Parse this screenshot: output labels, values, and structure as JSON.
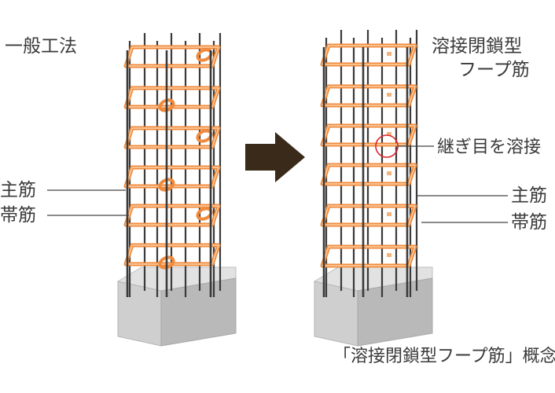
{
  "labels": {
    "title_left": "一般工法",
    "title_right_line1": "溶接閉鎖型",
    "title_right_line2": "フープ筋",
    "weld_note": "継ぎ目を溶接",
    "main_bar_left": "主筋",
    "hoop_bar_left": "帯筋",
    "main_bar_right": "主筋",
    "hoop_bar_right": "帯筋",
    "caption": "「溶接閉鎖型フープ筋」概念図"
  },
  "colors": {
    "hoop": "#f08a3c",
    "hoop_highlight": "#fbd2a8",
    "rebar": "#3a3a3a",
    "arrow": "#3a2a1a",
    "weld_circle": "#d9262c",
    "leader": "#444444",
    "base_top": "#e2e2e2",
    "base_front": "#cfcfcf",
    "base_side": "#b9b9b9"
  },
  "icons": [
    "right-arrow-icon",
    "weld-circle-icon"
  ]
}
